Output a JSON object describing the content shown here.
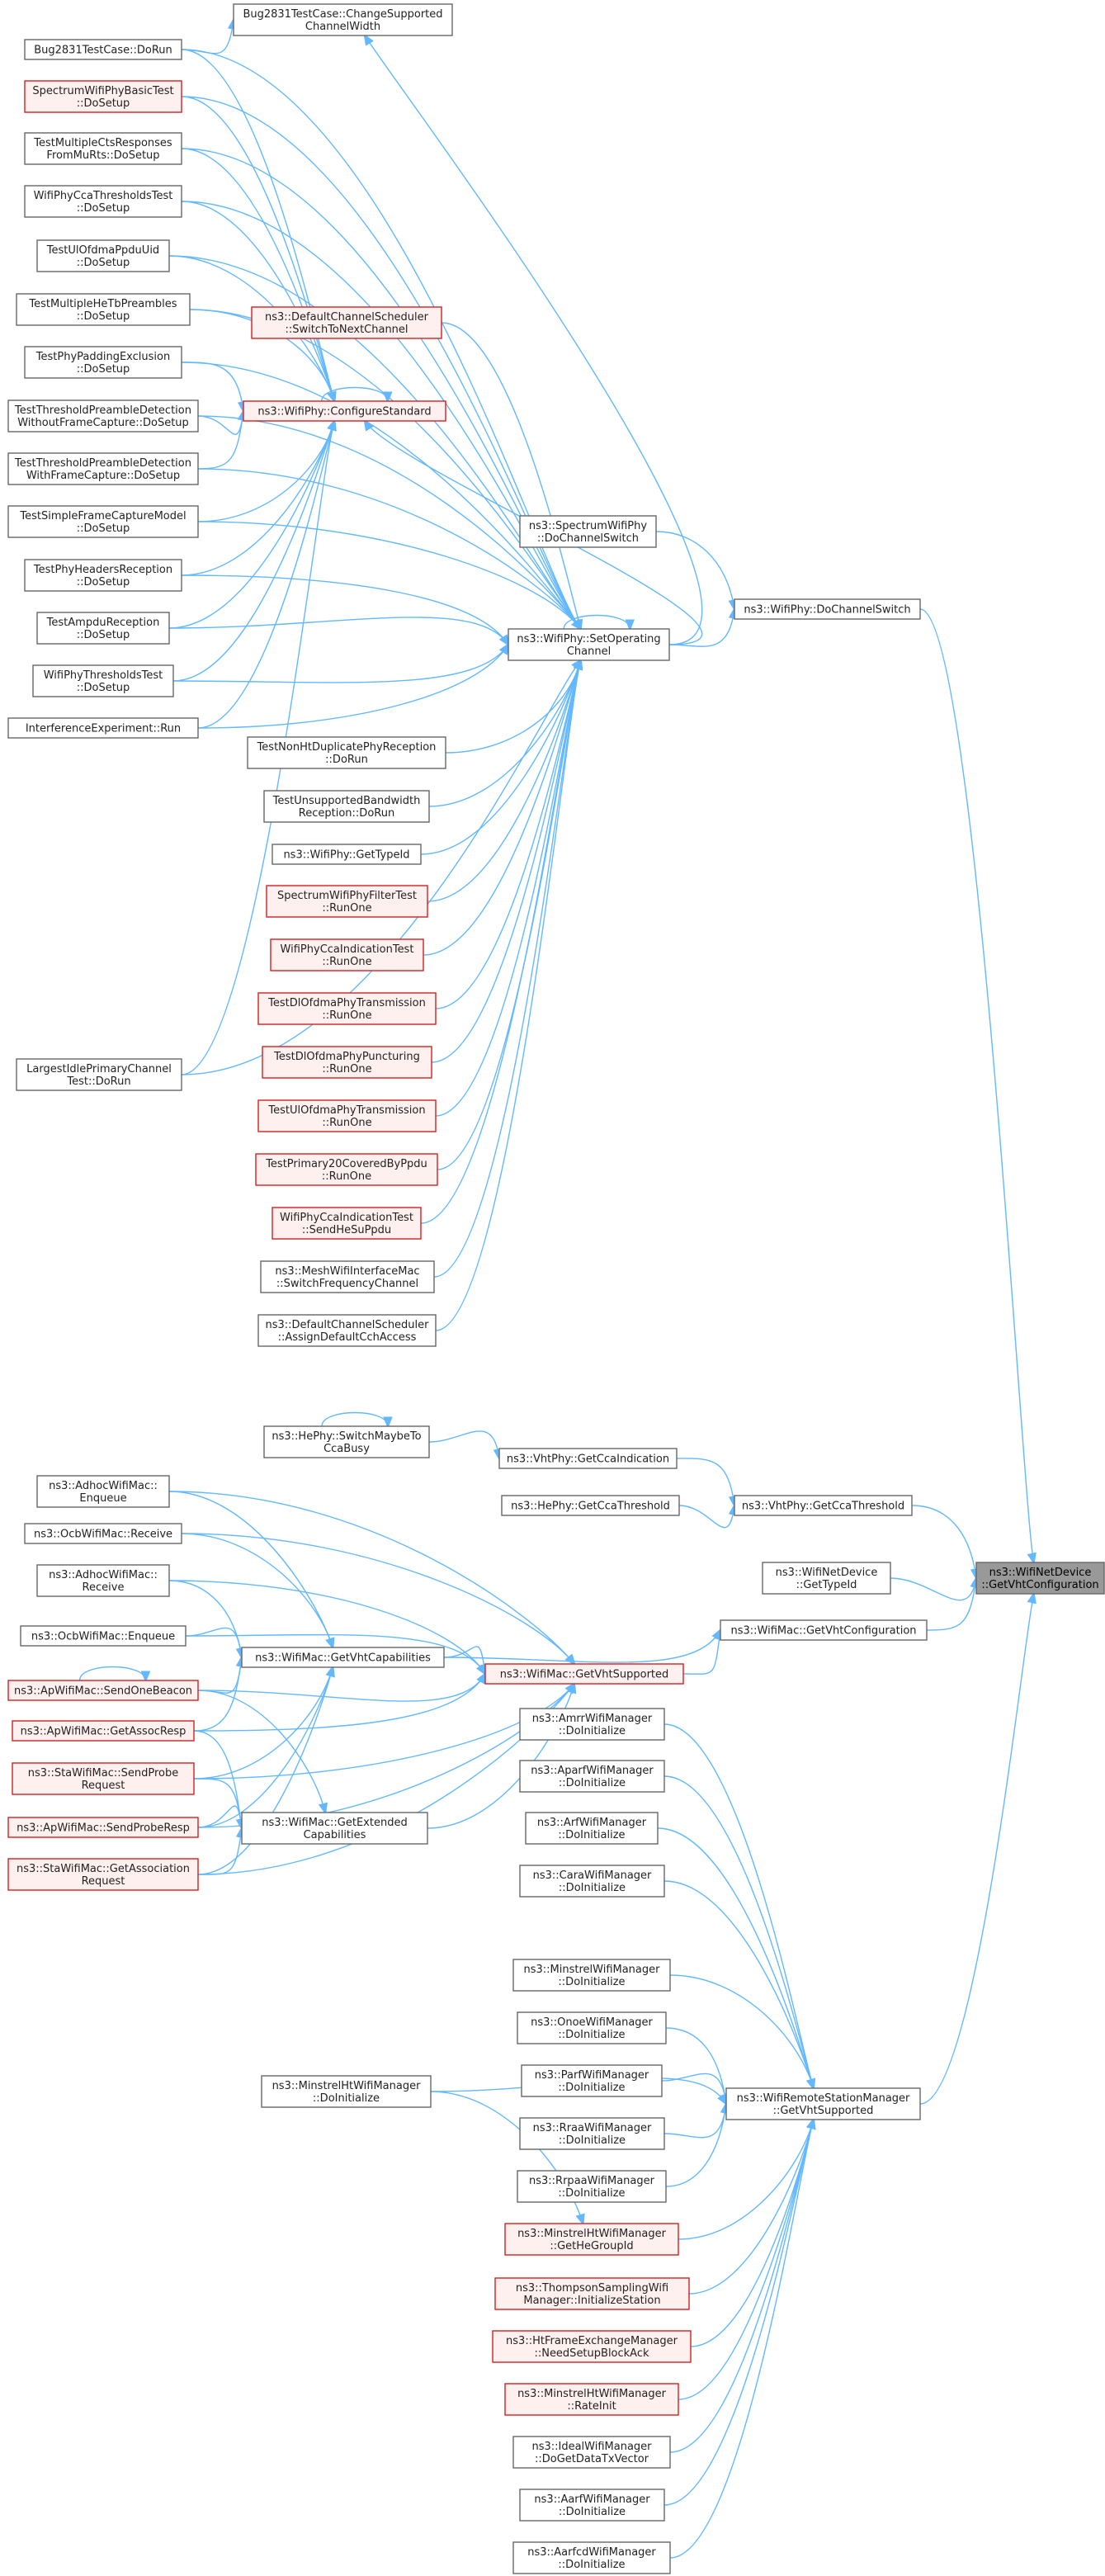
{
  "graph": {
    "focus": "ns3::WifiNetDevice::GetVhtConfiguration",
    "colors": {
      "edge": "#63b8ff",
      "normal_border": "#666666",
      "highlight_border": "#d21f1f",
      "highlight_fill": "#fff0f0",
      "focus_fill": "#999999"
    },
    "nodes": [
      {
        "id": "focus",
        "lines": [
          "ns3::WifiNetDevice",
          "::GetVhtConfiguration"
        ],
        "style": "focus"
      },
      {
        "id": "dochsw",
        "lines": [
          "ns3::WifiPhy::DoChannelSwitch"
        ],
        "style": "normal"
      },
      {
        "id": "vhtcca",
        "lines": [
          "ns3::VhtPhy::GetCcaThreshold"
        ],
        "style": "normal"
      },
      {
        "id": "wndtype",
        "lines": [
          "ns3::WifiNetDevice",
          "::GetTypeId"
        ],
        "style": "normal"
      },
      {
        "id": "macvhtcfg",
        "lines": [
          "ns3::WifiMac::GetVhtConfiguration"
        ],
        "style": "normal"
      },
      {
        "id": "wrsm",
        "lines": [
          "ns3::WifiRemoteStationManager",
          "::GetVhtSupported"
        ],
        "style": "normal"
      },
      {
        "id": "setop",
        "lines": [
          "ns3::WifiPhy::SetOperating",
          "Channel"
        ],
        "style": "normal"
      },
      {
        "id": "spdosw",
        "lines": [
          "ns3::SpectrumWifiPhy",
          "::DoChannelSwitch"
        ],
        "style": "normal"
      },
      {
        "id": "cfgstd",
        "lines": [
          "ns3::WifiPhy::ConfigureStandard"
        ],
        "style": "red"
      },
      {
        "id": "bugcw",
        "lines": [
          "Bug2831TestCase::ChangeSupported",
          "ChannelWidth"
        ],
        "style": "normal"
      },
      {
        "id": "bugrun",
        "lines": [
          "Bug2831TestCase::DoRun"
        ],
        "style": "normal"
      },
      {
        "id": "specbasic",
        "lines": [
          "SpectrumWifiPhyBasicTest",
          "::DoSetup"
        ],
        "style": "red"
      },
      {
        "id": "multicts",
        "lines": [
          "TestMultipleCtsResponses",
          "FromMuRts::DoSetup"
        ],
        "style": "normal"
      },
      {
        "id": "ccathr",
        "lines": [
          "WifiPhyCcaThresholdsTest",
          "::DoSetup"
        ],
        "style": "normal"
      },
      {
        "id": "ulofdmauid",
        "lines": [
          "TestUlOfdmaPpduUid",
          "::DoSetup"
        ],
        "style": "normal"
      },
      {
        "id": "multihetb",
        "lines": [
          "TestMultipleHeTbPreambles",
          "::DoSetup"
        ],
        "style": "normal"
      },
      {
        "id": "defsched",
        "lines": [
          "ns3::DefaultChannelScheduler",
          "::SwitchToNextChannel"
        ],
        "style": "red"
      },
      {
        "id": "padexcl",
        "lines": [
          "TestPhyPaddingExclusion",
          "::DoSetup"
        ],
        "style": "normal"
      },
      {
        "id": "thrwithout",
        "lines": [
          "TestThresholdPreambleDetection",
          "WithoutFrameCapture::DoSetup"
        ],
        "style": "normal"
      },
      {
        "id": "thrwith",
        "lines": [
          "TestThresholdPreambleDetection",
          "WithFrameCapture::DoSetup"
        ],
        "style": "normal"
      },
      {
        "id": "simplefc",
        "lines": [
          "TestSimpleFrameCaptureModel",
          "::DoSetup"
        ],
        "style": "normal"
      },
      {
        "id": "phyhdr",
        "lines": [
          "TestPhyHeadersReception",
          "::DoSetup"
        ],
        "style": "normal"
      },
      {
        "id": "ampdu",
        "lines": [
          "TestAmpduReception",
          "::DoSetup"
        ],
        "style": "normal"
      },
      {
        "id": "phythr",
        "lines": [
          "WifiPhyThresholdsTest",
          "::DoSetup"
        ],
        "style": "normal"
      },
      {
        "id": "interf",
        "lines": [
          "InterferenceExperiment::Run"
        ],
        "style": "normal"
      },
      {
        "id": "nonht",
        "lines": [
          "TestNonHtDuplicatePhyReception",
          "::DoRun"
        ],
        "style": "normal"
      },
      {
        "id": "unsupbw",
        "lines": [
          "TestUnsupportedBandwidth",
          "Reception::DoRun"
        ],
        "style": "normal"
      },
      {
        "id": "phytype",
        "lines": [
          "ns3::WifiPhy::GetTypeId"
        ],
        "style": "normal"
      },
      {
        "id": "specfilter",
        "lines": [
          "SpectrumWifiPhyFilterTest",
          "::RunOne"
        ],
        "style": "red"
      },
      {
        "id": "ccaind",
        "lines": [
          "WifiPhyCcaIndicationTest",
          "::RunOne"
        ],
        "style": "red"
      },
      {
        "id": "dlofdmatx",
        "lines": [
          "TestDlOfdmaPhyTransmission",
          "::RunOne"
        ],
        "style": "red"
      },
      {
        "id": "dlpunct",
        "lines": [
          "TestDlOfdmaPhyPuncturing",
          "::RunOne"
        ],
        "style": "red"
      },
      {
        "id": "ulofdmatx",
        "lines": [
          "TestUlOfdmaPhyTransmission",
          "::RunOne"
        ],
        "style": "red"
      },
      {
        "id": "prim20",
        "lines": [
          "TestPrimary20CoveredByPpdu",
          "::RunOne"
        ],
        "style": "red"
      },
      {
        "id": "ccasend",
        "lines": [
          "WifiPhyCcaIndicationTest",
          "::SendHeSuPpdu"
        ],
        "style": "red"
      },
      {
        "id": "meshsw",
        "lines": [
          "ns3::MeshWifiInterfaceMac",
          "::SwitchFrequencyChannel"
        ],
        "style": "normal"
      },
      {
        "id": "defassign",
        "lines": [
          "ns3::DefaultChannelScheduler",
          "::AssignDefaultCchAccess"
        ],
        "style": "normal"
      },
      {
        "id": "largest",
        "lines": [
          "LargestIdlePrimaryChannel",
          "Test::DoRun"
        ],
        "style": "normal"
      },
      {
        "id": "hecca",
        "lines": [
          "ns3::HePhy::SwitchMaybeTo",
          "CcaBusy"
        ],
        "style": "normal"
      },
      {
        "id": "vhtind",
        "lines": [
          "ns3::VhtPhy::GetCcaIndication"
        ],
        "style": "normal"
      },
      {
        "id": "hethr",
        "lines": [
          "ns3::HePhy::GetCcaThreshold"
        ],
        "style": "normal"
      },
      {
        "id": "getvhtsup",
        "lines": [
          "ns3::WifiMac::GetVhtSupported"
        ],
        "style": "red"
      },
      {
        "id": "getvhtcap",
        "lines": [
          "ns3::WifiMac::GetVhtCapabilities"
        ],
        "style": "normal"
      },
      {
        "id": "getextcap",
        "lines": [
          "ns3::WifiMac::GetExtended",
          "Capabilities"
        ],
        "style": "normal"
      },
      {
        "id": "adhocenq",
        "lines": [
          "ns3::AdhocWifiMac::",
          "Enqueue"
        ],
        "style": "normal"
      },
      {
        "id": "ocbrecv",
        "lines": [
          "ns3::OcbWifiMac::Receive"
        ],
        "style": "normal"
      },
      {
        "id": "adhocrecv",
        "lines": [
          "ns3::AdhocWifiMac::",
          "Receive"
        ],
        "style": "normal"
      },
      {
        "id": "ocbenq",
        "lines": [
          "ns3::OcbWifiMac::Enqueue"
        ],
        "style": "normal"
      },
      {
        "id": "apbeacon",
        "lines": [
          "ns3::ApWifiMac::SendOneBeacon"
        ],
        "style": "red"
      },
      {
        "id": "apassoc",
        "lines": [
          "ns3::ApWifiMac::GetAssocResp"
        ],
        "style": "red"
      },
      {
        "id": "staprobe",
        "lines": [
          "ns3::StaWifiMac::SendProbe",
          "Request"
        ],
        "style": "red"
      },
      {
        "id": "approbe",
        "lines": [
          "ns3::ApWifiMac::SendProbeResp"
        ],
        "style": "red"
      },
      {
        "id": "staassoc",
        "lines": [
          "ns3::StaWifiMac::GetAssociation",
          "Request"
        ],
        "style": "red"
      },
      {
        "id": "amrr",
        "lines": [
          "ns3::AmrrWifiManager",
          "::DoInitialize"
        ],
        "style": "normal"
      },
      {
        "id": "aparf",
        "lines": [
          "ns3::AparfWifiManager",
          "::DoInitialize"
        ],
        "style": "normal"
      },
      {
        "id": "arf",
        "lines": [
          "ns3::ArfWifiManager",
          "::DoInitialize"
        ],
        "style": "normal"
      },
      {
        "id": "cara",
        "lines": [
          "ns3::CaraWifiManager",
          "::DoInitialize"
        ],
        "style": "normal"
      },
      {
        "id": "minstrel",
        "lines": [
          "ns3::MinstrelWifiManager",
          "::DoInitialize"
        ],
        "style": "normal"
      },
      {
        "id": "onoe",
        "lines": [
          "ns3::OnoeWifiManager",
          "::DoInitialize"
        ],
        "style": "normal"
      },
      {
        "id": "parf",
        "lines": [
          "ns3::ParfWifiManager",
          "::DoInitialize"
        ],
        "style": "normal"
      },
      {
        "id": "rraa",
        "lines": [
          "ns3::RraaWifiManager",
          "::DoInitialize"
        ],
        "style": "normal"
      },
      {
        "id": "rrpaa",
        "lines": [
          "ns3::RrpaaWifiManager",
          "::DoInitialize"
        ],
        "style": "normal"
      },
      {
        "id": "minstrelht",
        "lines": [
          "ns3::MinstrelHtWifiManager",
          "::DoInitialize"
        ],
        "style": "normal"
      },
      {
        "id": "minhtgrp",
        "lines": [
          "ns3::MinstrelHtWifiManager",
          "::GetHeGroupId"
        ],
        "style": "red"
      },
      {
        "id": "thompson",
        "lines": [
          "ns3::ThompsonSamplingWifi",
          "Manager::InitializeStation"
        ],
        "style": "red"
      },
      {
        "id": "htfem",
        "lines": [
          "ns3::HtFrameExchangeManager",
          "::NeedSetupBlockAck"
        ],
        "style": "red"
      },
      {
        "id": "minhtrate",
        "lines": [
          "ns3::MinstrelHtWifiManager",
          "::RateInit"
        ],
        "style": "red"
      },
      {
        "id": "ideal",
        "lines": [
          "ns3::IdealWifiManager",
          "::DoGetDataTxVector"
        ],
        "style": "normal"
      },
      {
        "id": "aarf",
        "lines": [
          "ns3::AarfWifiManager",
          "::DoInitialize"
        ],
        "style": "normal"
      },
      {
        "id": "aarfcd",
        "lines": [
          "ns3::AarfcdWifiManager",
          "::DoInitialize"
        ],
        "style": "normal"
      }
    ]
  }
}
